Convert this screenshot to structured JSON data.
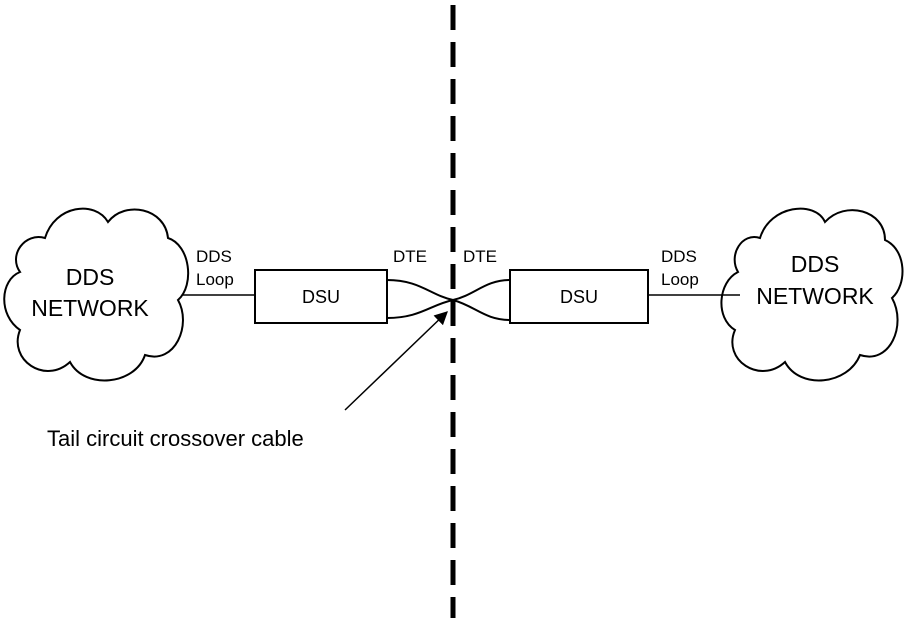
{
  "left_network": {
    "line1": "DDS",
    "line2": "NETWORK"
  },
  "right_network": {
    "line1": "DDS",
    "line2": "NETWORK"
  },
  "left_loop": {
    "line1": "DDS",
    "line2": "Loop"
  },
  "right_loop": {
    "line1": "DDS",
    "line2": "Loop"
  },
  "left_dsu": "DSU",
  "right_dsu": "DSU",
  "left_dte": "DTE",
  "right_dte": "DTE",
  "caption": "Tail circuit crossover cable"
}
